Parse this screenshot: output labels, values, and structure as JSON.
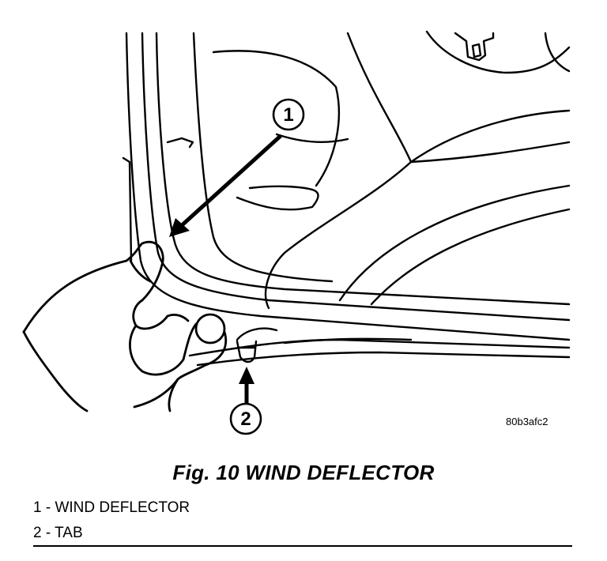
{
  "figure": {
    "code": "80b3afc2",
    "caption": "Fig. 10 WIND DEFLECTOR",
    "callouts": [
      {
        "number": "1"
      },
      {
        "number": "2"
      }
    ],
    "legend": [
      {
        "text": "1 - WIND DEFLECTOR"
      },
      {
        "text": "2 - TAB"
      }
    ]
  }
}
